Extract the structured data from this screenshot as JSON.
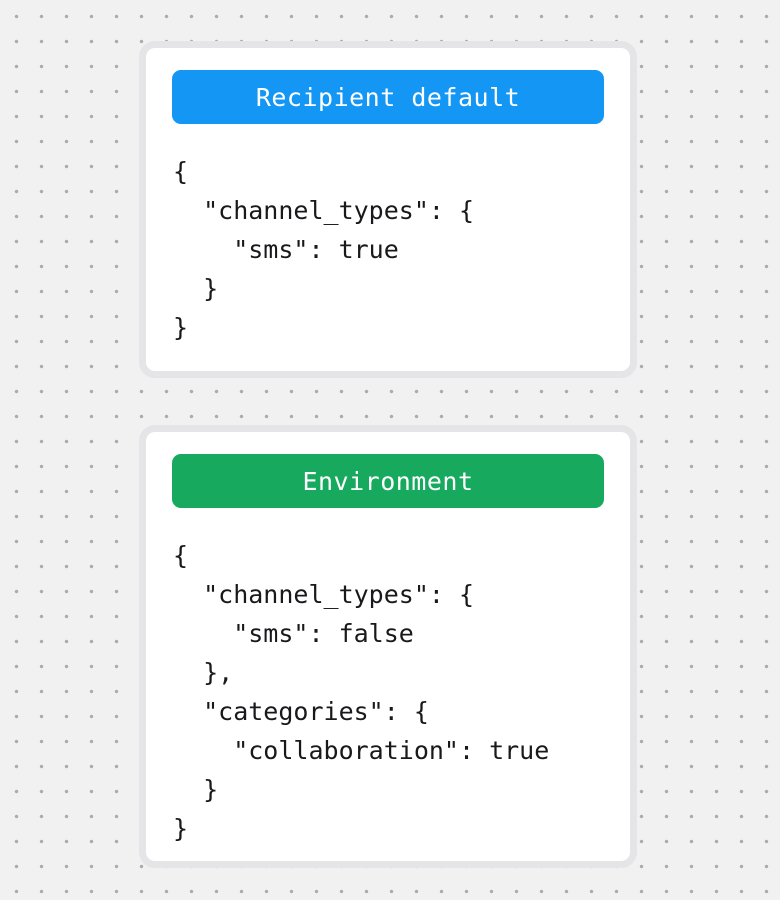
{
  "canvas": {
    "background_color": "#F1F1F2",
    "dot_color": "#ACACAC"
  },
  "cards": [
    {
      "title": "Recipient default",
      "title_bg": "#1396F4",
      "title_text_color": "#FFFFFF",
      "code": "{\n  \"channel_types\": {\n    \"sms\": true\n  }\n}"
    },
    {
      "title": "Environment",
      "title_bg": "#17A95D",
      "title_text_color": "#FFFFFF",
      "code": "{\n  \"channel_types\": {\n    \"sms\": false\n  },\n  \"categories\": {\n    \"collaboration\": true\n  }\n}"
    }
  ]
}
